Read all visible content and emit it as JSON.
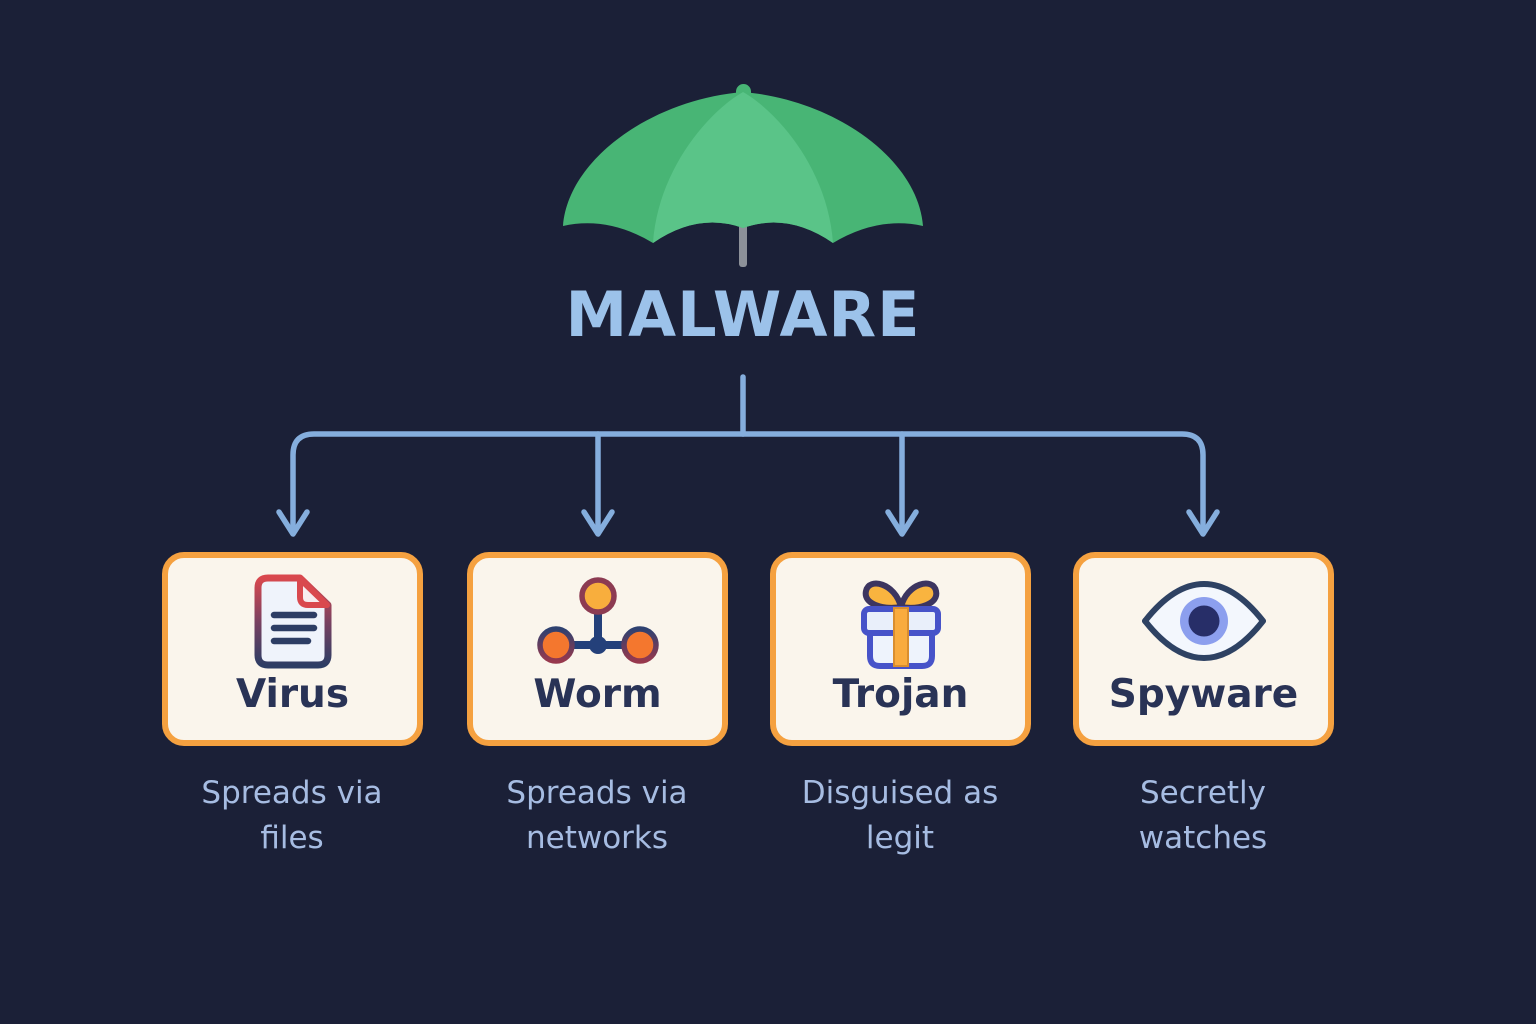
{
  "diagram": {
    "title": "MALWARE",
    "background_color": "#1b2037",
    "title_color": "#9cc2ea",
    "connector_color": "#85aedd",
    "umbrella": {
      "icon": "umbrella-icon",
      "canopy_color": "#48b575",
      "center_panel_color": "#5ac488",
      "pole_color": "#8d9199"
    }
  },
  "card_style": {
    "background": "#faf5ec",
    "border_color": "#f5a140",
    "title_color": "#293356",
    "description_color": "#a6bce2"
  },
  "cards": [
    {
      "title": "Virus",
      "description": "Spreads via files",
      "icon": "document-icon",
      "icon_colors": {
        "fill": "#eff3fb",
        "stroke_top": "#d9484e",
        "stroke_bottom": "#2d3d64",
        "lines": "#2d3d64"
      }
    },
    {
      "title": "Worm",
      "description": "Spreads via networks",
      "icon": "network-nodes-icon",
      "icon_colors": {
        "top_node": "#f8ae3d",
        "side_nodes": "#f4772e",
        "node_ring_top": "#8c3b52",
        "node_ring_side": "#2e4170",
        "links": "#24407a"
      }
    },
    {
      "title": "Trojan",
      "description": "Disguised as legit",
      "icon": "gift-icon",
      "icon_colors": {
        "box_outline": "#4753c9",
        "box_fill": "#eef3fc",
        "ribbon": "#f9ab3e",
        "bow_fill": "#f9b43f",
        "bow_stroke": "#3c3560"
      }
    },
    {
      "title": "Spyware",
      "description": "Secretly watches",
      "icon": "eye-icon",
      "icon_colors": {
        "outline": "#2e4263",
        "sclera": "#f3f7fd",
        "iris": "#8c9fee",
        "pupil": "#272e68"
      }
    }
  ]
}
